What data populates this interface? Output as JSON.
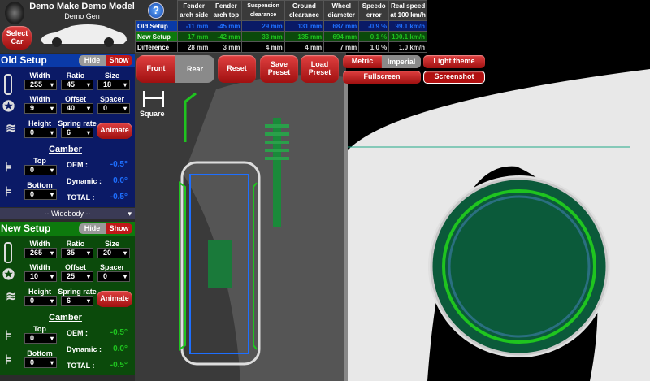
{
  "car": {
    "title": "Demo Make Demo Model",
    "subtitle": "Demo Gen",
    "select_label": "Select Car"
  },
  "old_setup": {
    "title": "Old Setup",
    "hide": "Hide",
    "show": "Show",
    "tire": {
      "width": "255",
      "ratio": "45",
      "size": "18"
    },
    "wheel": {
      "width": "9",
      "offset": "40",
      "spacer": "0"
    },
    "suspension": {
      "height": "0",
      "spring_rate": "6"
    },
    "camber": {
      "top": "0",
      "bottom": "0",
      "oem": "-0.5°",
      "dynamic": "0.0°",
      "total": "-0.5°"
    },
    "color": "#1e6fff"
  },
  "new_setup": {
    "title": "New Setup",
    "hide": "Hide",
    "show": "Show",
    "tire": {
      "width": "265",
      "ratio": "35",
      "size": "20"
    },
    "wheel": {
      "width": "10",
      "offset": "25",
      "spacer": "0"
    },
    "suspension": {
      "height": "0",
      "spring_rate": "6"
    },
    "camber": {
      "top": "0",
      "bottom": "0",
      "oem": "-0.5°",
      "dynamic": "0.0°",
      "total": "-0.5°"
    },
    "color": "#1fc41f"
  },
  "labels": {
    "width": "Width",
    "ratio": "Ratio",
    "size": "Size",
    "offset": "Offset",
    "spacer": "Spacer",
    "height": "Height",
    "spring_rate": "Spring rate",
    "animate": "Animate",
    "camber": "Camber",
    "top": "Top",
    "bottom": "Bottom",
    "oem": "OEM :",
    "dynamic": "Dynamic :",
    "total": "TOTAL :"
  },
  "bodykit": "-- Widebody --",
  "table": {
    "headers": [
      "Fender arch side",
      "Fender arch top",
      "Suspension clearance",
      "Ground clearance",
      "Wheel diameter",
      "Speedo error",
      "Real speed at 100 km/h"
    ],
    "rows": [
      {
        "label": "Old Setup",
        "values": [
          "-11 mm",
          "-45 mm",
          "29 mm",
          "131 mm",
          "687 mm",
          "-0.9 %",
          "99.1 km/h"
        ]
      },
      {
        "label": "New Setup",
        "values": [
          "17 mm",
          "-42 mm",
          "33 mm",
          "135 mm",
          "694 mm",
          "0.1 %",
          "100.1 km/h"
        ]
      },
      {
        "label": "Difference",
        "values": [
          "28 mm",
          "3 mm",
          "4 mm",
          "4 mm",
          "7 mm",
          "1.0 %",
          "1.0 km/h"
        ]
      }
    ]
  },
  "toolbar": {
    "front": "Front",
    "rear": "Rear",
    "reset": "Reset",
    "save": "Save Preset",
    "load": "Load Preset",
    "metric": "Metric",
    "imperial": "Imperial",
    "light_theme": "Light theme",
    "fullscreen": "Fullscreen",
    "screenshot": "Screenshot",
    "square": "Square"
  }
}
